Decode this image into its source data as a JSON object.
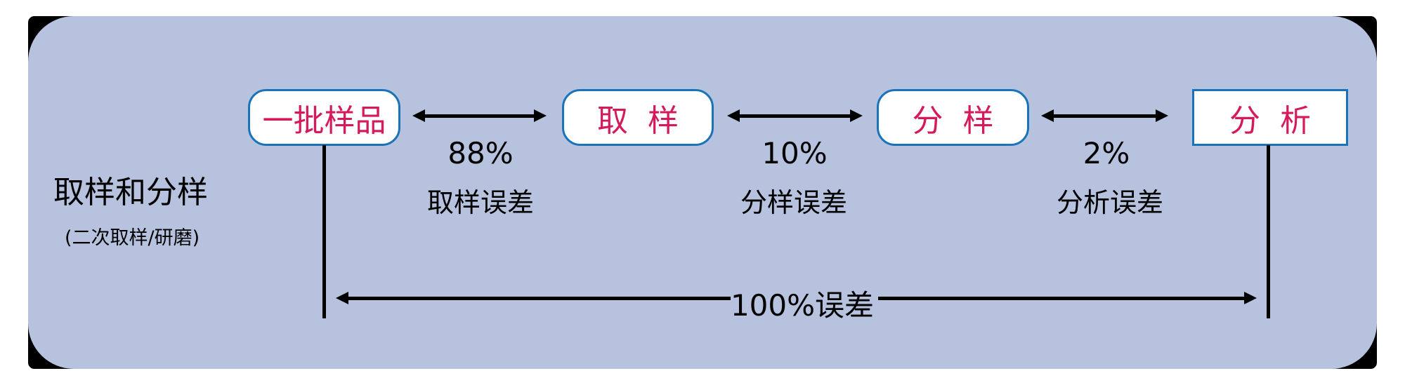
{
  "title": {
    "main": "取样和分样",
    "sub": "(二次取样/研磨)"
  },
  "nodes": [
    {
      "label": "一批样品",
      "shape": "rounded"
    },
    {
      "label": "取  样",
      "shape": "rounded"
    },
    {
      "label": "分  样",
      "shape": "rounded"
    },
    {
      "label": "分  析",
      "shape": "rectangle"
    }
  ],
  "error_links": [
    {
      "percent": "88%",
      "label": "取样误差"
    },
    {
      "percent": "10%",
      "label": "分样误差"
    },
    {
      "percent": "2%",
      "label": "分析误差"
    }
  ],
  "total_error": {
    "label": "100%误差"
  },
  "colors": {
    "panel_background": "#b6c2de",
    "frame": "#000000",
    "node_border": "#1a73b8",
    "node_text": "#d41a5b",
    "line": "#000000",
    "text": "#000000"
  }
}
